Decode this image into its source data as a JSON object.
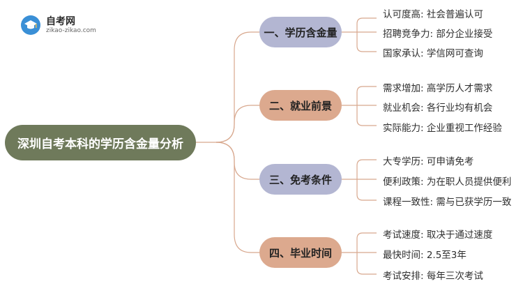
{
  "logo": {
    "title": "自考网",
    "url": "zikao-zikao.com",
    "icon": "graduation-cap-icon"
  },
  "colors": {
    "root": "#6f7a5b",
    "branch_purple": "#b3b6d2",
    "branch_peach": "#dca98e",
    "line": "#d8a88e"
  },
  "root": "深圳自考本科的学历含金量分析",
  "branches": [
    {
      "label": "一、学历含金量",
      "items": [
        "认可度高: 社会普遍认可",
        "招聘竞争力: 部分企业接受",
        "国家承认: 学信网可查询"
      ]
    },
    {
      "label": "二、就业前景",
      "items": [
        "需求增加: 高学历人才需求",
        "就业机会: 各行业均有机会",
        "实际能力: 企业重视工作经验"
      ]
    },
    {
      "label": "三、免考条件",
      "items": [
        "大专学历: 可申请免考",
        "便利政策: 为在职人员提供便利",
        "课程一致性: 需与已获学历一致"
      ]
    },
    {
      "label": "四、毕业时间",
      "items": [
        "考试速度: 取决于通过速度",
        "最快时间: 2.5至3年",
        "考试安排: 每年三次考试"
      ]
    }
  ]
}
